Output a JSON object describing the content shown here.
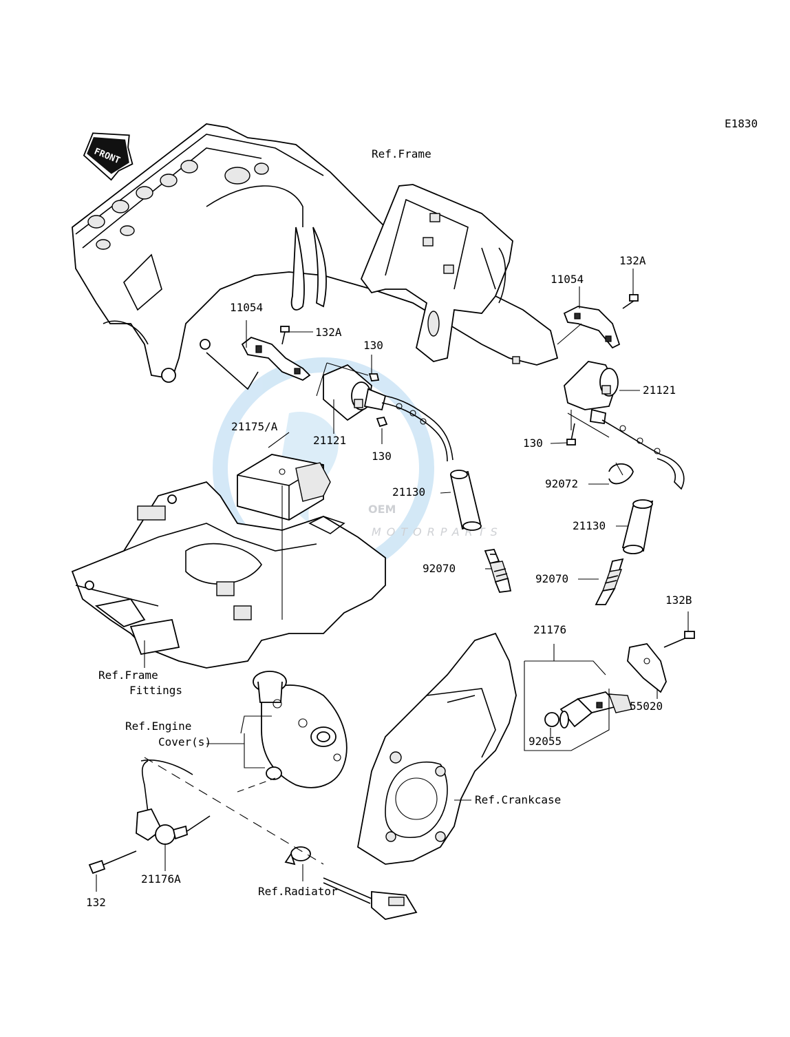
{
  "diagram": {
    "code": "E1830",
    "direction_arrow": "FRONT",
    "watermark": {
      "brand": "OEM",
      "sub": "MOTORPARTS"
    },
    "references": {
      "frame": "Ref.Frame",
      "frame_fittings_1": "Ref.Frame",
      "frame_fittings_2": "Fittings",
      "engine_cover_1": "Ref.Engine",
      "engine_cover_2": "Cover(s)",
      "crankcase": "Ref.Crankcase",
      "radiator": "Ref.Radiator"
    },
    "parts": {
      "p11054_left": "11054",
      "p132a_left": "132A",
      "p130_top": "130",
      "p21121_left": "21121",
      "p130_bottom": "130",
      "p21175a": "21175/A",
      "p21130_left": "21130",
      "p92070_left": "92070",
      "p11054_right": "11054",
      "p132a_right": "132A",
      "p21121_right": "21121",
      "p130_right": "130",
      "p92072": "92072",
      "p21130_right": "21130",
      "p92070_right": "92070",
      "p132b": "132B",
      "p21176": "21176",
      "p55020": "55020",
      "p92055": "92055",
      "p21176a": "21176A",
      "p132": "132"
    }
  }
}
